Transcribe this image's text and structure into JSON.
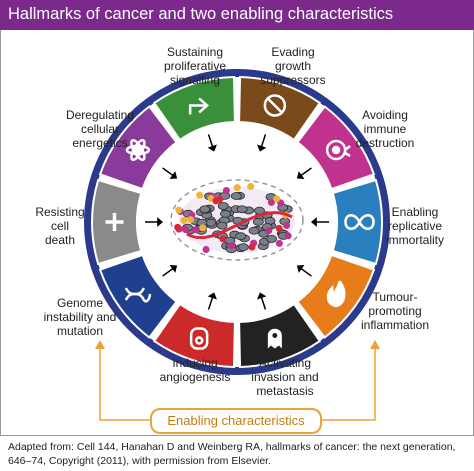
{
  "title": "Hallmarks of cancer and two enabling characteristics",
  "hallmarks": [
    {
      "lines": [
        "Sustaining",
        "proliferative",
        "signalling"
      ],
      "color": "#3a8f3a",
      "icon": "arrow-icon"
    },
    {
      "lines": [
        "Evading",
        "growth",
        "suppressors"
      ],
      "color": "#7a4a1a",
      "icon": "no-entry-icon"
    },
    {
      "lines": [
        "Avoiding",
        "immune",
        "destruction"
      ],
      "color": "#c0328e",
      "icon": "immune-cell-icon"
    },
    {
      "lines": [
        "Enabling",
        "replicative",
        "immortality"
      ],
      "color": "#2a7fbf",
      "icon": "infinity-icon"
    },
    {
      "lines": [
        "Tumour-",
        "promoting",
        "inflammation"
      ],
      "color": "#e67c1a",
      "icon": "flame-icon"
    },
    {
      "lines": [
        "Activating",
        "invasion and",
        "metastasis"
      ],
      "color": "#222222",
      "icon": "ghost-cell-icon"
    },
    {
      "lines": [
        "Inducing",
        "angiogenesis"
      ],
      "color": "#cc2a2a",
      "icon": "vessel-icon"
    },
    {
      "lines": [
        "Genome",
        "instability and",
        "mutation"
      ],
      "color": "#1f3f8f",
      "icon": "dna-icon"
    },
    {
      "lines": [
        "Resisting",
        "cell",
        "death"
      ],
      "color": "#8a8a8a",
      "icon": "cross-icon"
    },
    {
      "lines": [
        "Deregulating",
        "cellular",
        "energetics"
      ],
      "color": "#8a3a9a",
      "icon": "atom-icon"
    }
  ],
  "enabling": "Enabling characteristics",
  "footer": [
    "Adapted from: Cell 144, Hanahan D and Weinberg RA, hallmarks of cancer: the next generation,",
    "646–74, Copyright (2011), with permission from Elsevier."
  ],
  "colors": {
    "header": "#7b2a8c",
    "ring": "#2c3a8c",
    "enabling": "#e8a33a"
  }
}
